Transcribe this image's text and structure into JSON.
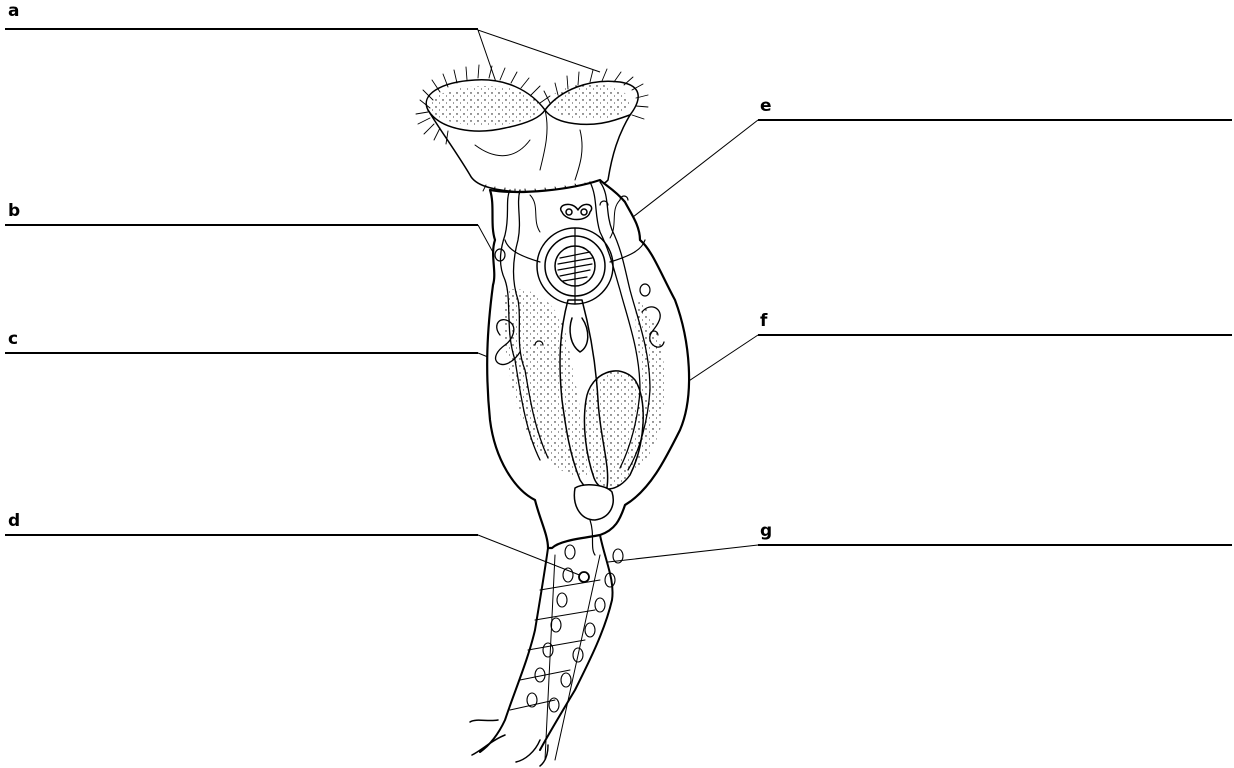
{
  "labels": {
    "a": "a",
    "b": "b",
    "c": "c",
    "d": "d",
    "e": "e",
    "f": "f",
    "g": "g"
  },
  "colors": {
    "line": "#000000",
    "background": "#ffffff"
  }
}
